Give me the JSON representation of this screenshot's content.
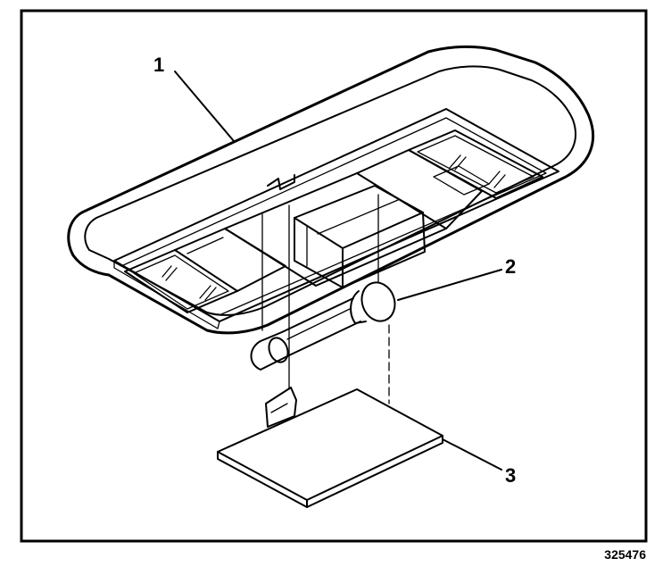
{
  "callouts": [
    {
      "label": "1",
      "part": "dome-lamp-housing"
    },
    {
      "label": "2",
      "part": "bulb"
    },
    {
      "label": "3",
      "part": "lens"
    }
  ],
  "figure_number": "325476"
}
